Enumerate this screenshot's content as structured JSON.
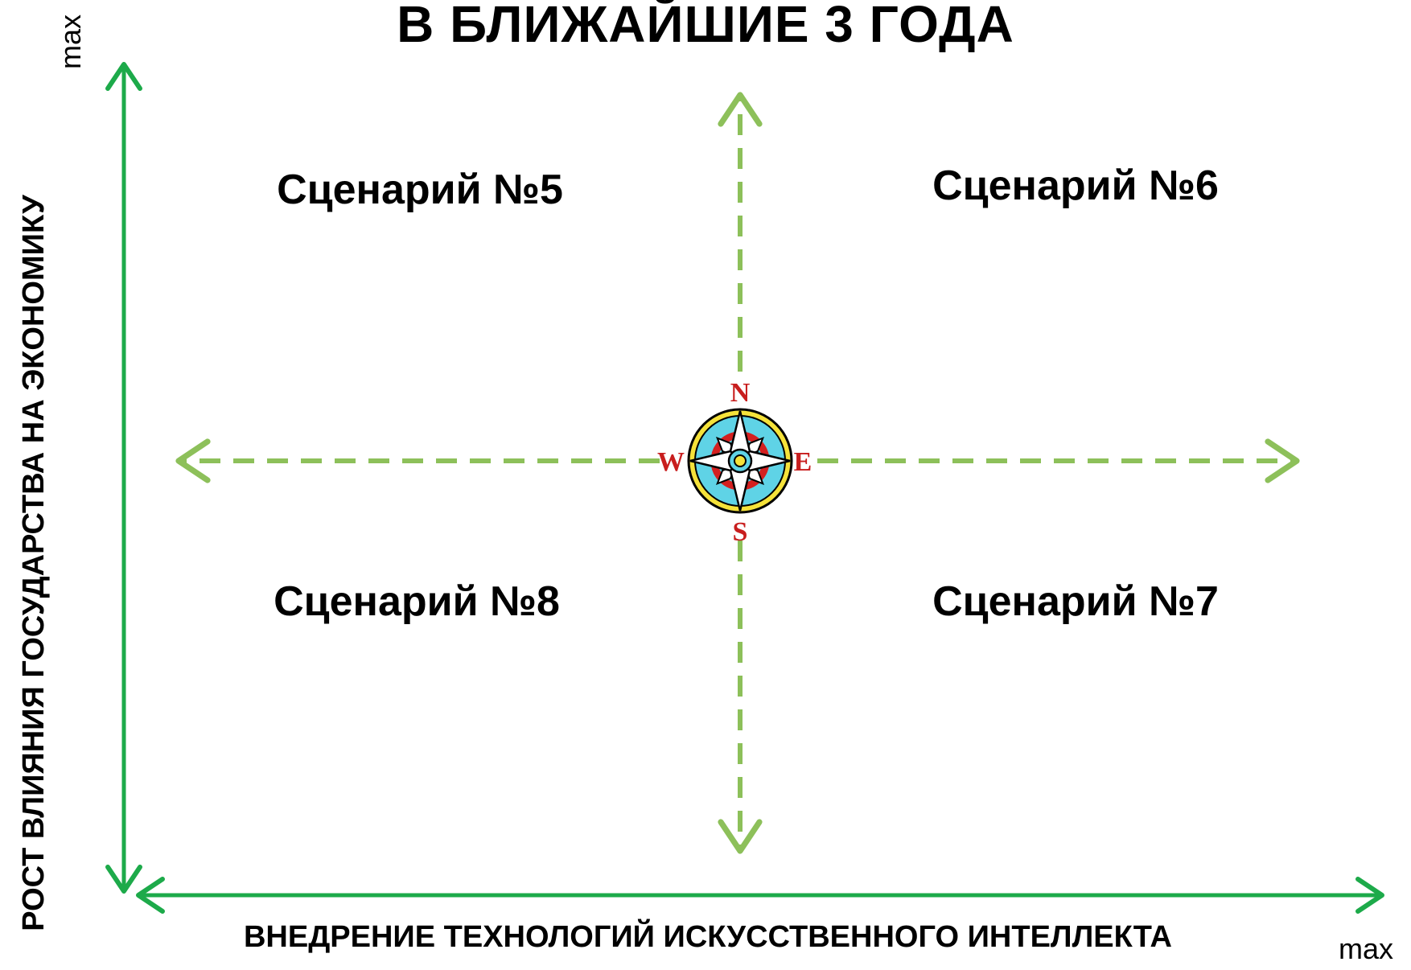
{
  "title": "В БЛИЖАЙШИЕ 3 ГОДА",
  "x_axis": {
    "label": "ВНЕДРЕНИЕ ТЕХНОЛОГИЙ ИСКУССТВЕННОГО ИНТЕЛЛЕКТА",
    "max_label": "max"
  },
  "y_axis": {
    "label": "РОСТ ВЛИЯНИЯ ГОСУДАРСТВА НА ЭКОНОМИКУ",
    "max_label": "max"
  },
  "scenarios": {
    "top_left": "Сценарий №5",
    "top_right": "Сценарий №6",
    "bottom_right": "Сценарий №7",
    "bottom_left": "Сценарий №8"
  },
  "compass": {
    "north": "N",
    "south": "S",
    "east": "E",
    "west": "W"
  },
  "colors": {
    "axis_green": "#1daa4a",
    "dashed_green": "#8dc05a",
    "compass_red": "#d42020",
    "compass_yellow": "#f5e23a",
    "compass_cyan": "#5fd3e6"
  }
}
